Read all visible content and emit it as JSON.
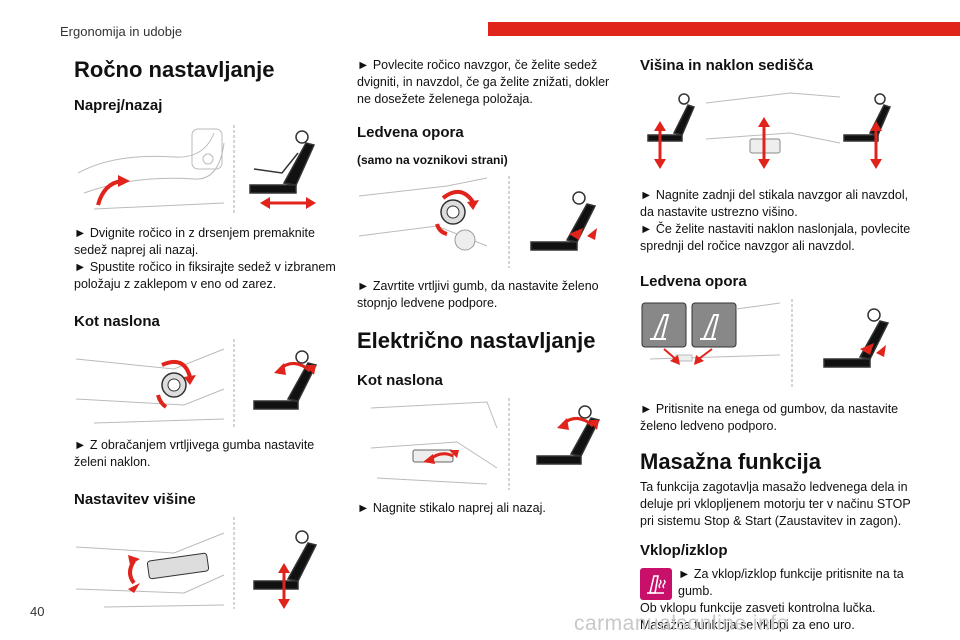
{
  "header": {
    "breadcrumb": "Ergonomija in udobje",
    "page_number": "40",
    "accent_color": "#e0231b"
  },
  "col1": {
    "title": "Ročno nastavljanje",
    "s1_heading": "Naprej/nazaj",
    "s1_text1": "► Dvignite ročico in z drsenjem premaknite sedež naprej ali nazaj.",
    "s1_text2": "► Spustite ročico in fiksirajte sedež v izbranem položaju z zaklepom v eno od zarez.",
    "s2_heading": "Kot naslona",
    "s2_text": "► Z obračanjem vrtljivega gumba nastavite želeni naklon.",
    "s3_heading": "Nastavitev višine"
  },
  "col2": {
    "s0_text": "► Povlecite ročico navzgor, če želite sedež dvigniti, in navzdol, če ga želite znižati, dokler ne dosežete želenega položaja.",
    "s1_heading": "Ledvena opora",
    "s1_sub": "(samo na voznikovi strani)",
    "s1_text": "► Zavrtite vrtljivi gumb, da nastavite želeno stopnjo ledvene podpore.",
    "title": "Električno nastavljanje",
    "s2_heading": "Kot naslona",
    "s2_text": "► Nagnite stikalo naprej ali nazaj."
  },
  "col3": {
    "s1_heading": "Višina in naklon sedišča",
    "s1_text1": "► Nagnite zadnji del stikala navzgor ali navzdol, da nastavite ustrezno višino.",
    "s1_text2": "► Če želite nastaviti naklon naslonjala, povlecite sprednji del ročice navzgor ali navzdol.",
    "s2_heading": "Ledvena opora",
    "s2_text": "► Pritisnite na enega od gumbov, da nastavite želeno ledveno podporo.",
    "title": "Masažna funkcija",
    "title_text": "Ta funkcija zagotavlja masažo ledvenega dela in deluje pri vklopljenem motorju ter v načinu STOP pri sistemu Stop & Start (Zaustavitev in zagon).",
    "s3_heading": "Vklop/izklop",
    "s3_text1": "► Za vklop/izklop funkcije pritisnite na ta gumb.",
    "s3_text2": "Ob vklopu funkcije zasveti kontrolna lučka.",
    "s3_text3": "Masažna funkcija se vklopi za eno uro.",
    "button_color": "#c8106b",
    "button_icon": "massage-seat-icon"
  },
  "footer": {
    "watermark": "carmanualsonline.info"
  }
}
